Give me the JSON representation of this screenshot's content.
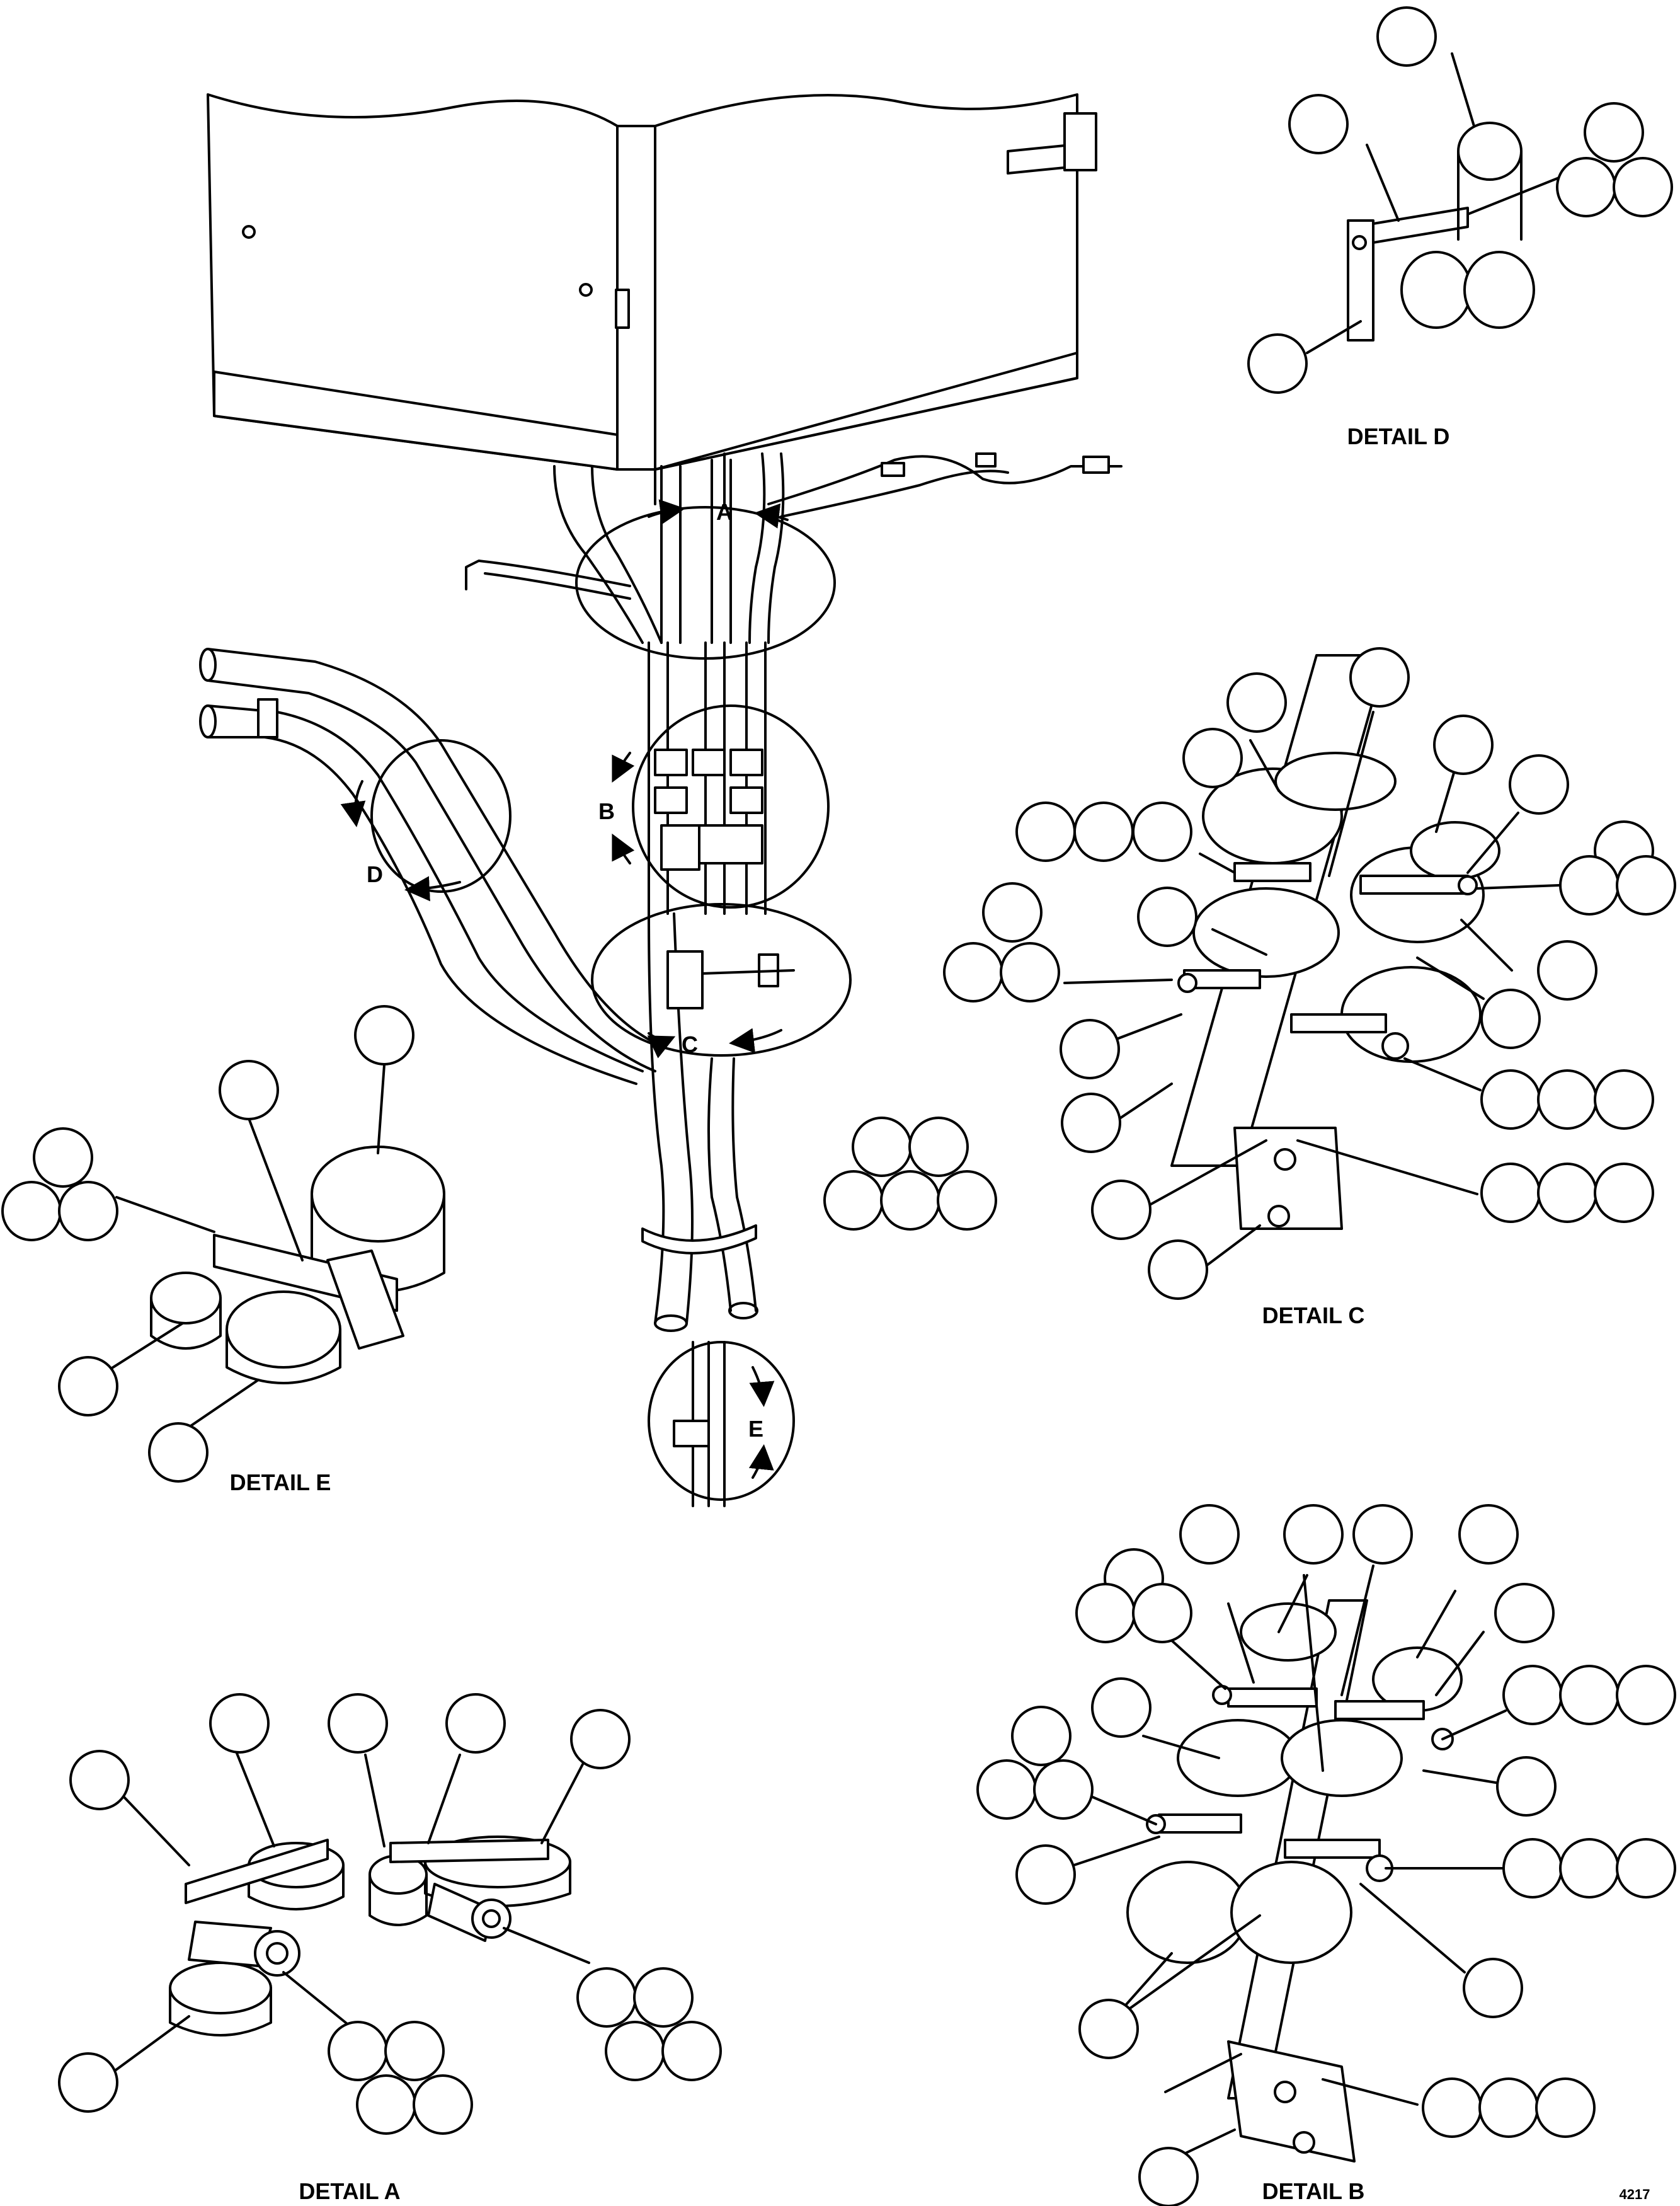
{
  "labels": {
    "detail_a": "DETAIL A",
    "detail_b": "DETAIL B",
    "detail_c": "DETAIL C",
    "detail_d": "DETAIL D",
    "detail_e": "DETAIL E",
    "callout_a": "A",
    "callout_b": "B",
    "callout_c": "C",
    "callout_d": "D",
    "callout_e": "E",
    "drawing_number": "4217"
  },
  "icons": {
    "balloon": "balloon-icon",
    "arrow": "arrow-icon"
  },
  "colors": {
    "line": "#000000",
    "background": "#ffffff"
  }
}
